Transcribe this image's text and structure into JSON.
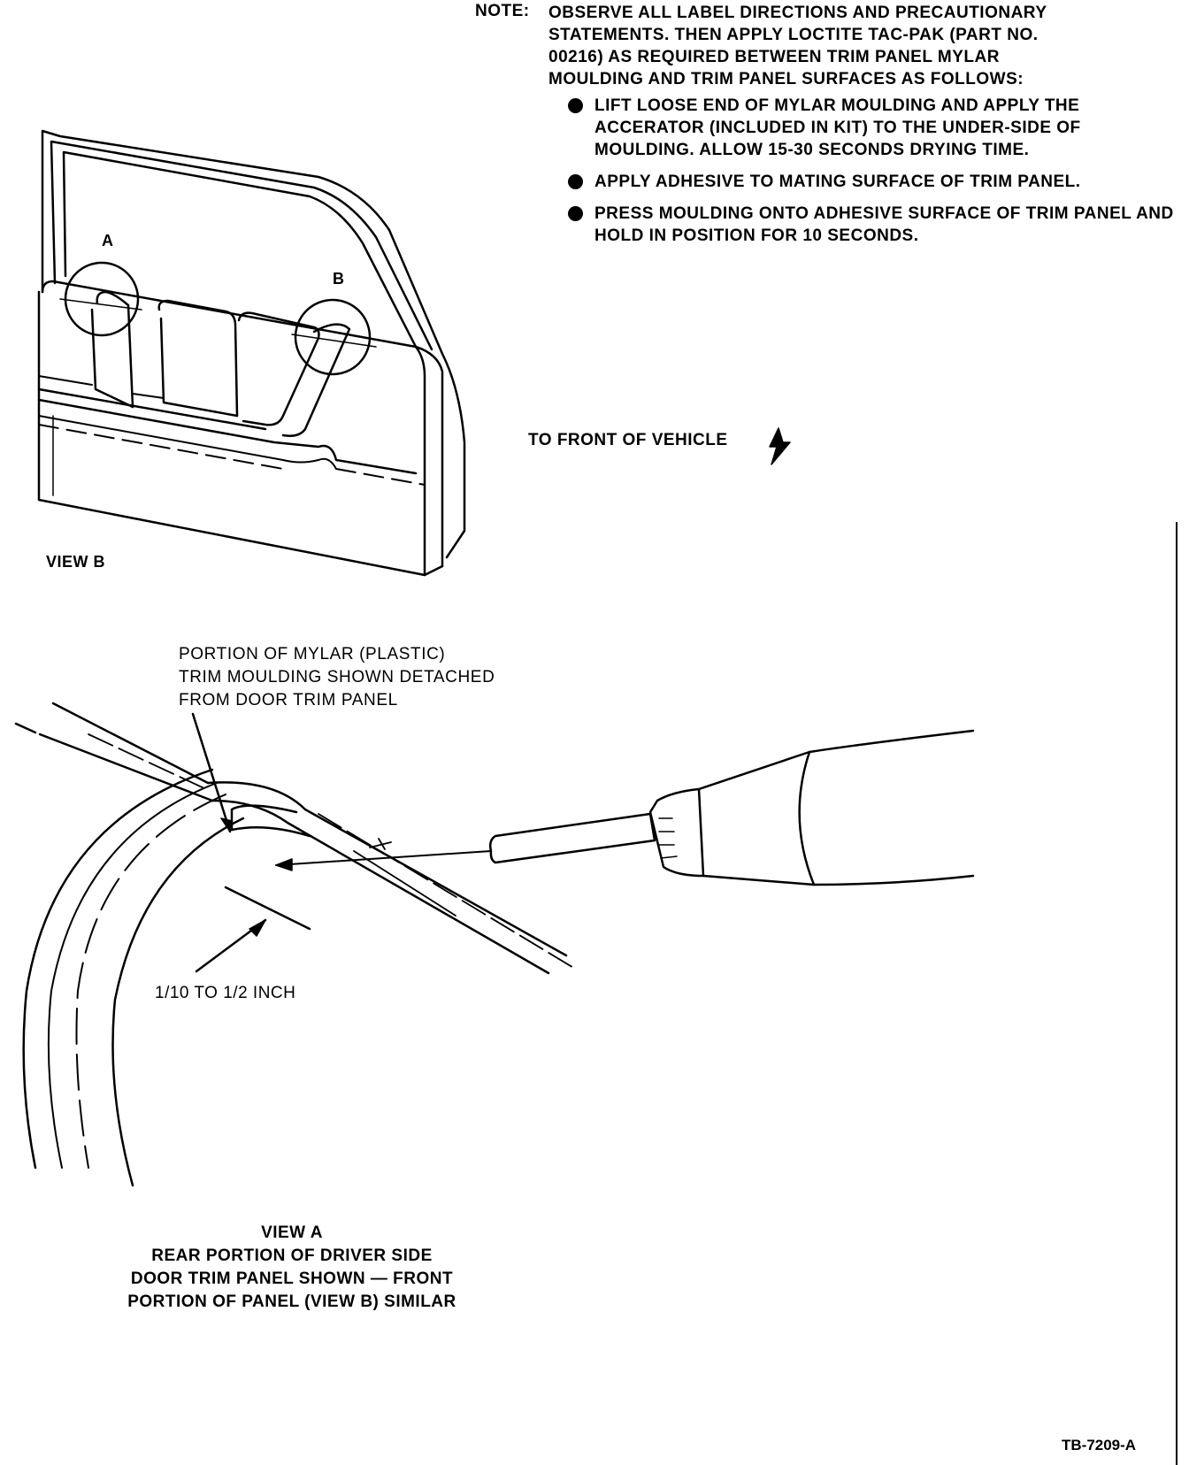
{
  "note": {
    "label": "NOTE:",
    "text": "OBSERVE ALL LABEL DIRECTIONS AND PRECAUTIONARY\nSTATEMENTS. THEN APPLY LOCTITE TAC-PAK (PART NO.\n00216) AS REQUIRED BETWEEN TRIM PANEL MYLAR\nMOULDING AND TRIM PANEL SURFACES AS FOLLOWS:",
    "bullets": [
      "LIFT LOOSE END OF MYLAR MOULDING AND APPLY THE ACCERATOR (INCLUDED IN KIT) TO THE UNDER-SIDE OF MOULDING. ALLOW 15-30 SECONDS DRYING TIME.",
      "APPLY ADHESIVE TO MATING SURFACE OF TRIM PANEL.",
      "PRESS MOULDING ONTO ADHESIVE SURFACE OF TRIM PANEL AND HOLD IN POSITION FOR 10 SECONDS."
    ]
  },
  "view_b": {
    "label_a": "A",
    "label_b": "B",
    "title": "VIEW B"
  },
  "front_label": "TO FRONT OF VEHICLE",
  "view_a": {
    "callout": "PORTION OF MYLAR (PLASTIC)\nTRIM MOULDING SHOWN DETACHED\nFROM DOOR TRIM PANEL",
    "dimension": "1/10 TO 1/2 INCH",
    "caption": "VIEW A\nREAR PORTION OF DRIVER SIDE\nDOOR TRIM PANEL SHOWN — FRONT\nPORTION OF PANEL (VIEW B) SIMILAR"
  },
  "reference": "TB-7209-A"
}
